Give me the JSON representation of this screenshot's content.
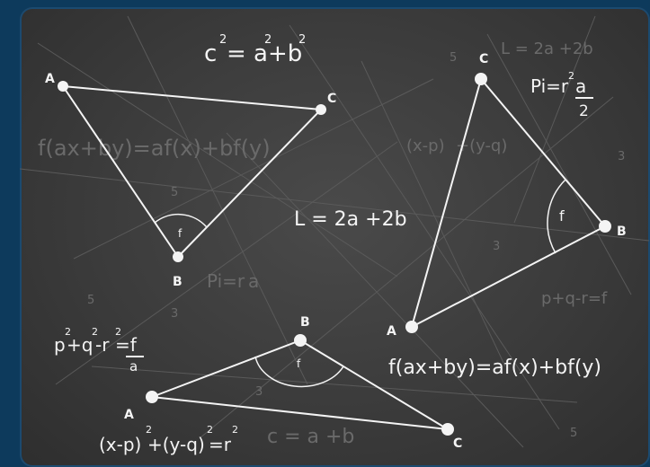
{
  "formulas": {
    "pythagoras_base": "c",
    "pythagoras_exp1": "2",
    "pythagoras_mid": "= a",
    "pythagoras_exp2": "2",
    "pythagoras_plus": "+b",
    "pythagoras_exp3": "2",
    "perimeter": "L = 2a +2b",
    "pi_prefix": "Pi=r",
    "pi_exp": "2",
    "pi_num": "a",
    "pi_den": "2",
    "linear": "f(ax+by)=af(x)+bf(y)",
    "pqr_text": "p",
    "pqr_exp1": "2",
    "pqr_mid1": "+q",
    "pqr_exp2": "2",
    "pqr_mid2": "-r",
    "pqr_exp3": "2",
    "pqr_eq": "=f",
    "pqr_den": "a",
    "circle_a": "(x-p)",
    "circle_exp1": "2",
    "circle_b": "+(y-q)",
    "circle_exp2": "2",
    "circle_c": "=r",
    "circle_exp3": "2"
  },
  "triangles": {
    "left": {
      "a": "A",
      "b": "B",
      "c": "C",
      "angle": "f"
    },
    "right": {
      "a": "A",
      "b": "B",
      "c": "C",
      "angle": "f"
    },
    "bottom": {
      "a": "A",
      "b": "B",
      "c": "C",
      "angle": "f"
    }
  },
  "background_text": {
    "t1": "L = 2a +2b",
    "t2": "f(ax+by)=af(x)+bf(y)",
    "t3": "(x-p)",
    "t4": "+(y-q)",
    "t5": "Pi=r",
    "t6": "a",
    "t7": "p+q-r=f",
    "t8": "c = a +b",
    "n1": "5",
    "n2": "5",
    "n3": "3",
    "n4": "3",
    "n5": "5",
    "n6": "3",
    "n7": "5",
    "n8": "3"
  },
  "colors": {
    "chalk": "#f4f4f4",
    "board": "#3b3b3b",
    "frame": "#0d3a5c"
  }
}
